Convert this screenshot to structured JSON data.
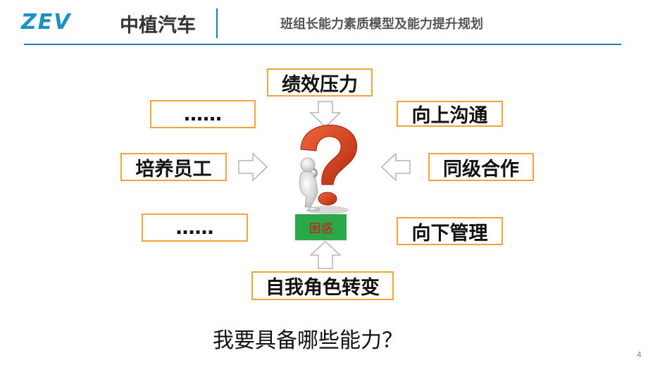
{
  "header": {
    "logo": "ZEV",
    "brand": "中植汽车",
    "title": "班组长能力素质模型及能力提升规划"
  },
  "boxes": {
    "top": "绩效压力",
    "right_upper": "向上沟通",
    "right_middle": "同级合作",
    "right_lower": "向下管理",
    "left_upper": "……",
    "left_middle": "培养员工",
    "left_lower": "……",
    "bottom": "自我角色转变"
  },
  "center_label": "困惑",
  "question": "我要具备哪些能力？",
  "page_number": "4",
  "colors": {
    "box_border": "#f2a53a",
    "accent_blue": "#1a7fb0",
    "label_green": "#2aa84a",
    "label_red": "#dd1111",
    "question_mark": "#d9421c"
  }
}
